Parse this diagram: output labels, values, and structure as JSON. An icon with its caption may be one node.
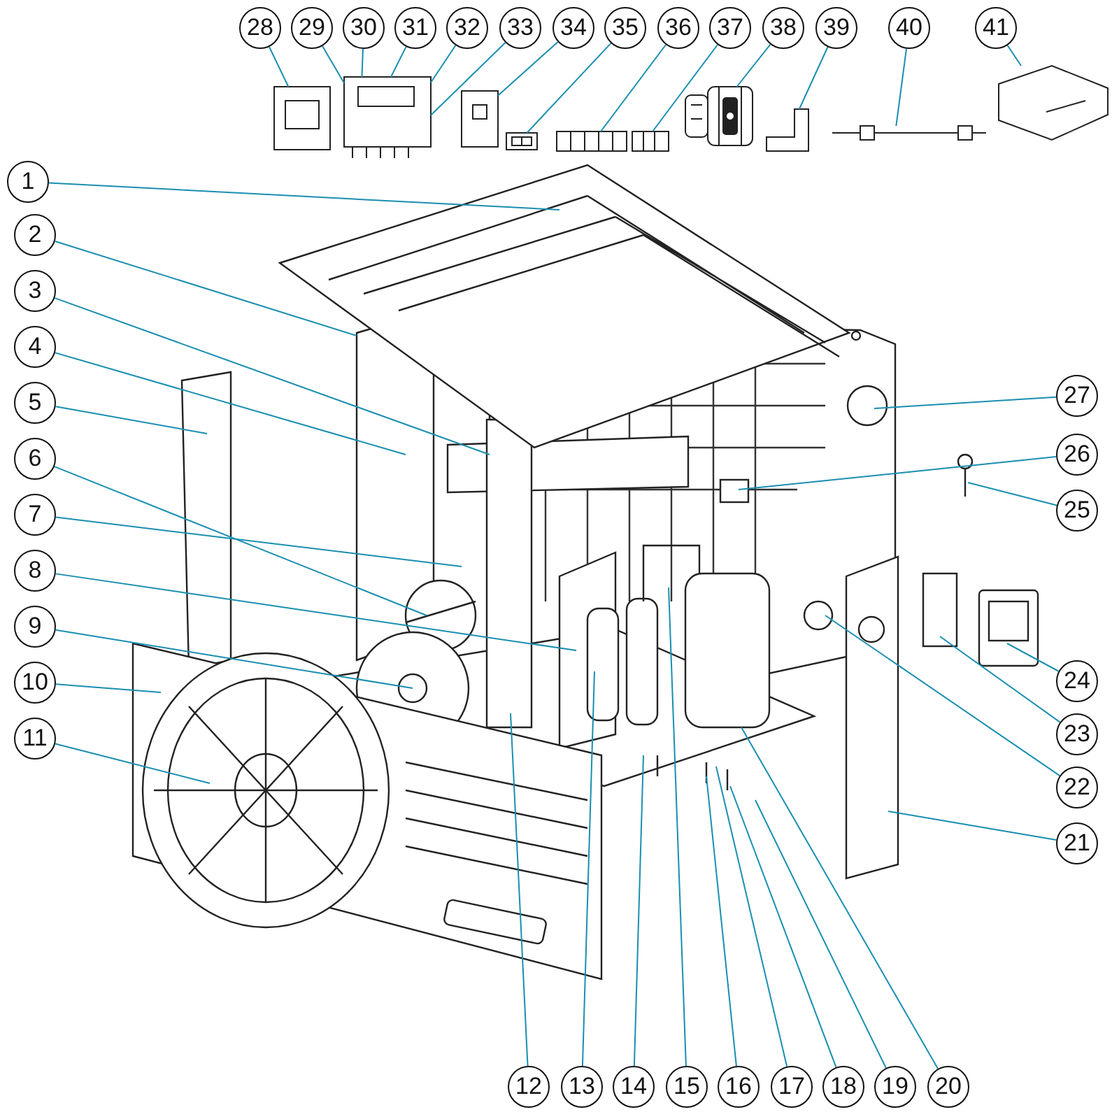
{
  "diagram": {
    "nodes": [
      {
        "text": [
          "1"
        ]
      },
      {
        "text": [
          "2"
        ]
      },
      {
        "text": [
          "3"
        ]
      },
      {
        "text": [
          "4"
        ]
      },
      {
        "text": [
          "5"
        ]
      },
      {
        "text": [
          "6"
        ]
      },
      {
        "text": [
          "7"
        ]
      },
      {
        "text": [
          "8"
        ]
      },
      {
        "text": [
          "9"
        ]
      },
      {
        "text": [
          "10"
        ]
      },
      {
        "text": [
          "11"
        ]
      },
      {
        "text": [
          "12"
        ]
      },
      {
        "text": [
          "13"
        ]
      },
      {
        "text": [
          "14"
        ]
      },
      {
        "text": [
          "15"
        ]
      },
      {
        "text": [
          "16"
        ]
      },
      {
        "text": [
          "17"
        ]
      },
      {
        "text": [
          "18"
        ]
      },
      {
        "text": [
          "19"
        ]
      },
      {
        "text": [
          "20"
        ]
      },
      {
        "text": [
          "21"
        ]
      },
      {
        "text": [
          "22"
        ]
      },
      {
        "text": [
          "23"
        ]
      },
      {
        "text": [
          "24"
        ]
      },
      {
        "text": [
          "25"
        ]
      },
      {
        "text": [
          "26"
        ]
      },
      {
        "text": [
          "27"
        ]
      },
      {
        "text": [
          "28"
        ]
      },
      {
        "text": [
          "29"
        ]
      },
      {
        "text": [
          "30"
        ]
      },
      {
        "text": [
          "31"
        ]
      },
      {
        "text": [
          "32"
        ]
      },
      {
        "text": [
          "33"
        ]
      },
      {
        "text": [
          "34"
        ]
      },
      {
        "text": [
          "35"
        ]
      },
      {
        "text": [
          "36"
        ]
      },
      {
        "text": [
          "37"
        ]
      },
      {
        "text": [
          "38"
        ]
      },
      {
        "text": [
          "39"
        ]
      },
      {
        "text": [
          "40"
        ]
      },
      {
        "text": [
          "41"
        ]
      },
      {
        "text": [],
        "shape": "picture"
      },
      {
        "text": [],
        "shape": "picture"
      },
      {
        "text": [],
        "shape": "picture"
      },
      {
        "text": [],
        "shape": "picture"
      },
      {
        "text": [],
        "shape": "picture"
      },
      {
        "text": [],
        "shape": "picture"
      },
      {
        "text": [],
        "shape": "picture"
      },
      {
        "text": [],
        "shape": "picture"
      },
      {
        "text": [],
        "shape": "picture"
      },
      {
        "text": [],
        "shape": "picture"
      }
    ],
    "edges": [
      {
        "from": 0,
        "to": null,
        "arrow": "none"
      },
      {
        "from": 1,
        "to": null,
        "arrow": "none"
      },
      {
        "from": 2,
        "to": null,
        "arrow": "none"
      },
      {
        "from": 3,
        "to": null,
        "arrow": "none"
      },
      {
        "from": 4,
        "to": null,
        "arrow": "none"
      },
      {
        "from": 5,
        "to": null,
        "arrow": "none"
      },
      {
        "from": 6,
        "to": null,
        "arrow": "none"
      },
      {
        "from": 7,
        "to": null,
        "arrow": "none"
      },
      {
        "from": 8,
        "to": null,
        "arrow": "none"
      },
      {
        "from": 9,
        "to": null,
        "arrow": "none"
      },
      {
        "from": 10,
        "to": null,
        "arrow": "none"
      },
      {
        "from": 11,
        "to": null,
        "arrow": "none"
      },
      {
        "from": 12,
        "to": null,
        "arrow": "none"
      },
      {
        "from": 13,
        "to": null,
        "arrow": "none"
      },
      {
        "from": 14,
        "to": null,
        "arrow": "none"
      },
      {
        "from": 15,
        "to": null,
        "arrow": "none"
      },
      {
        "from": 16,
        "to": null,
        "arrow": "none"
      },
      {
        "from": 17,
        "to": null,
        "arrow": "none"
      },
      {
        "from": 18,
        "to": null,
        "arrow": "none"
      },
      {
        "from": 19,
        "to": null,
        "arrow": "none"
      },
      {
        "from": 20,
        "to": null,
        "arrow": "none"
      },
      {
        "from": 21,
        "to": null,
        "arrow": "none"
      },
      {
        "from": 22,
        "to": null,
        "arrow": "none"
      },
      {
        "from": 23,
        "to": null,
        "arrow": "none"
      },
      {
        "from": 24,
        "to": null,
        "arrow": "none"
      },
      {
        "from": 25,
        "to": null,
        "arrow": "none"
      },
      {
        "from": 26,
        "to": null,
        "arrow": "none"
      },
      {
        "from": 27,
        "to": 41,
        "arrow": "none"
      },
      {
        "from": 28,
        "to": 42,
        "arrow": "none"
      },
      {
        "from": 29,
        "to": 42,
        "arrow": "none"
      },
      {
        "from": 30,
        "to": 42,
        "arrow": "none"
      },
      {
        "from": 31,
        "to": 42,
        "arrow": "none"
      },
      {
        "from": 32,
        "to": 42,
        "arrow": "none"
      },
      {
        "from": 33,
        "to": 43,
        "arrow": "none"
      },
      {
        "from": 34,
        "to": 44,
        "arrow": "none"
      },
      {
        "from": 35,
        "to": 45,
        "arrow": "none"
      },
      {
        "from": 36,
        "to": 46,
        "arrow": "none"
      },
      {
        "from": 37,
        "to": 47,
        "arrow": "none"
      },
      {
        "from": 38,
        "to": 48,
        "arrow": "none"
      },
      {
        "from": 39,
        "to": 49,
        "arrow": "none"
      },
      {
        "from": 40,
        "to": 50,
        "arrow": "none"
      }
    ]
  }
}
